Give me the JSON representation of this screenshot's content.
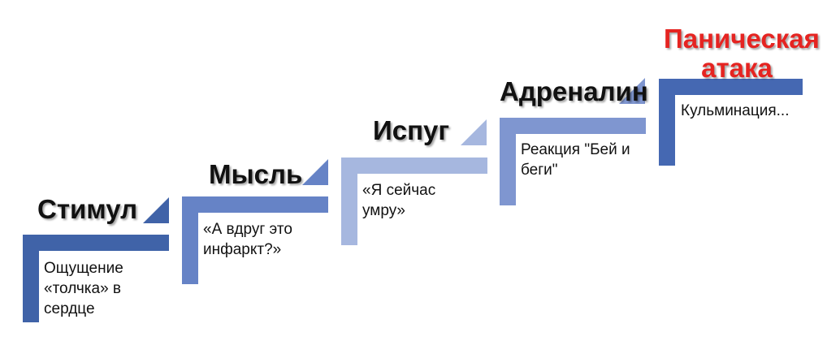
{
  "colors": {
    "step1": "#4063a8",
    "step2": "#6683c6",
    "step3": "#a6b7df",
    "step4": "#7f96d0",
    "step5": "#4568b2",
    "title_default": "#111111",
    "title_final": "#e52421"
  },
  "steps": [
    {
      "title": "Стимул",
      "desc_lines": [
        "Ощущение",
        "«толчка» в",
        "сердце"
      ]
    },
    {
      "title": "Мысль",
      "desc_lines": [
        "«А вдруг это",
        "инфаркт?»"
      ]
    },
    {
      "title": "Испуг",
      "desc_lines": [
        "«Я сейчас",
        "умру»"
      ]
    },
    {
      "title": "Адреналин",
      "desc_lines": [
        "Реакция \"Бей и",
        "беги\""
      ]
    },
    {
      "title_lines": [
        "Паническая",
        "атака"
      ],
      "desc_lines": [
        "Кульминация..."
      ]
    }
  ]
}
